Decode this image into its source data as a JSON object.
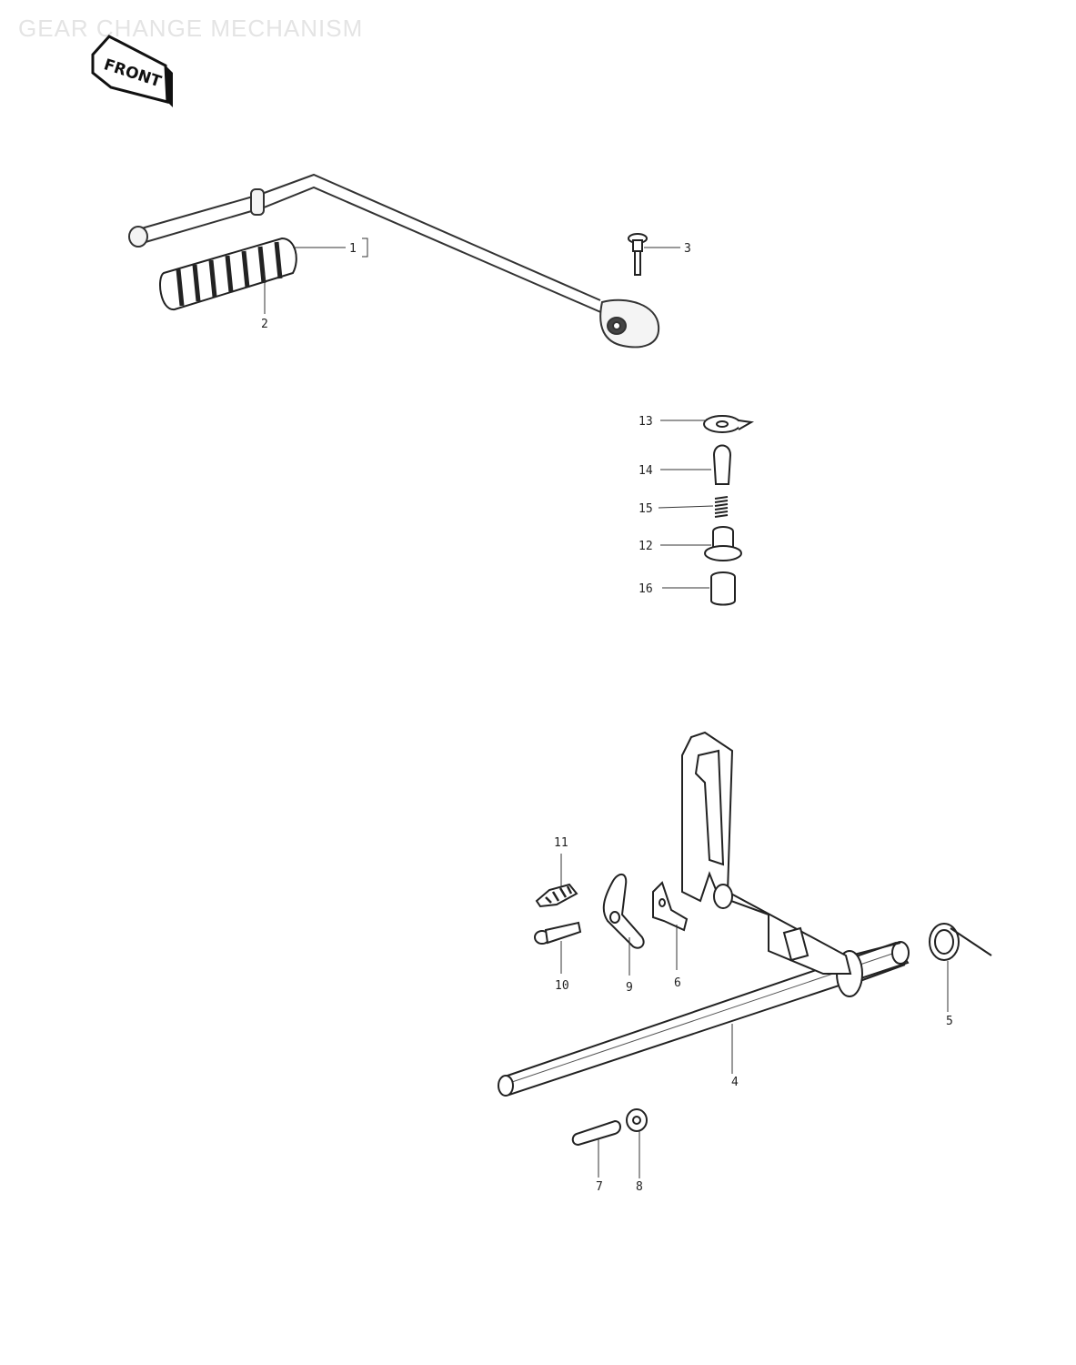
{
  "diagram": {
    "title": "GEAR CHANGE MECHANISM",
    "front_label": "FRONT",
    "callouts": {
      "p1": "1",
      "p2": "2",
      "p3": "3",
      "p4": "4",
      "p5": "5",
      "p6": "6",
      "p7": "7",
      "p8": "8",
      "p9": "9",
      "p10": "10",
      "p11": "11",
      "p12": "12",
      "p13": "13",
      "p14": "14",
      "p15": "15",
      "p16": "16"
    },
    "colors": {
      "ink": "#222222",
      "title": "#e4e4e4",
      "background": "#ffffff"
    }
  }
}
